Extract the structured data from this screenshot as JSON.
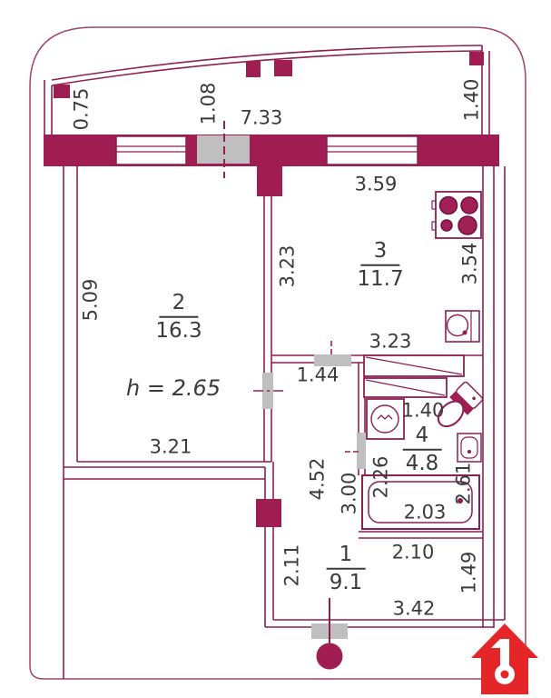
{
  "meta": {
    "type": "apartment-floor-plan"
  },
  "colors": {
    "wall": "#a01d52",
    "line": "#8e1f50",
    "door_gray": "#bfbfbf",
    "text": "#3b3b3b",
    "logo_red": "#e52629"
  },
  "dims": {
    "balcony_left": "0.75",
    "balcony_mid": "1.08",
    "balcony_width": "7.33",
    "balcony_right": "1.40",
    "kitchen_top": "3.59",
    "room2_left": "5.09",
    "ceiling": "h = 2.65",
    "room2_bottom": "3.21",
    "kitchen_left": "3.23",
    "kitchen_right": "3.54",
    "kitchen_bottom": "3.23",
    "hall_top": "1.44",
    "washer": "1.40",
    "hall_v1": "4.52",
    "hall_v2": "3.00",
    "bath_left": "2.26",
    "tub": "2.03",
    "bath_right": "2.61",
    "tub_bottom": "2.10",
    "room1_left": "2.11",
    "room1_right": "1.49",
    "room1_bottom": "3.42"
  },
  "rooms": {
    "room1": {
      "number": "1",
      "area": "9.1"
    },
    "room2": {
      "number": "2",
      "area": "16.3"
    },
    "kitchen": {
      "number": "3",
      "area": "11.7"
    },
    "bath": {
      "number": "4",
      "area": "4.8"
    }
  },
  "logo": {
    "glyph": "1"
  },
  "icons": {
    "stove-icon": "four-burner cooktop shape",
    "kitchen-sink-icon": "square with round basin",
    "bathroom-sink-icon": "small basin",
    "toilet-icon": "toilet with cistern",
    "bathtub-icon": "rounded tub",
    "washing-machine-icon": "square with drum circle",
    "wardrobe-icon": "rectangles with diagonals",
    "entrance-marker-icon": "filled circle with stem",
    "house-key-logo": "red house with white key-1"
  }
}
